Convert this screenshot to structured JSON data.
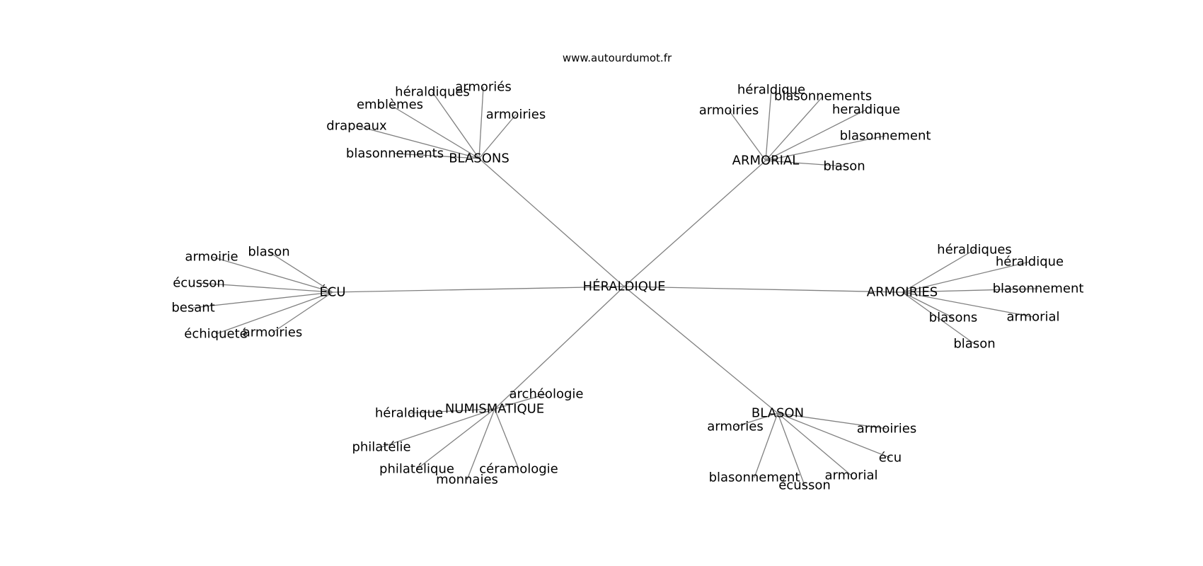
{
  "source": "www.autourdumot.fr",
  "graph": {
    "center": "HÉRALDIQUE",
    "groups": [
      {
        "name": "BLASONS",
        "words": [
          "armoiries",
          "armoriés",
          "héraldiques",
          "emblèmes",
          "drapeaux",
          "blasonnements"
        ]
      },
      {
        "name": "ARMORIAL",
        "words": [
          "armoiries",
          "héraldique",
          "blasonnements",
          "heraldique",
          "blasonnement",
          "blason"
        ]
      },
      {
        "name": "ÉCU",
        "words": [
          "blason",
          "armoirie",
          "écusson",
          "besant",
          "échiqueté",
          "armoiries"
        ]
      },
      {
        "name": "ARMOIRIES",
        "words": [
          "héraldiques",
          "héraldique",
          "blasonnement",
          "armorial",
          "blasons",
          "blason"
        ]
      },
      {
        "name": "NUMISMATIQUE",
        "words": [
          "archéologie",
          "héraldique",
          "philatélie",
          "philatélique",
          "monnaies",
          "céramologie"
        ]
      },
      {
        "name": "BLASON",
        "words": [
          "armories",
          "armoiries",
          "écu",
          "armorial",
          "écusson",
          "blasonnement"
        ]
      }
    ]
  }
}
